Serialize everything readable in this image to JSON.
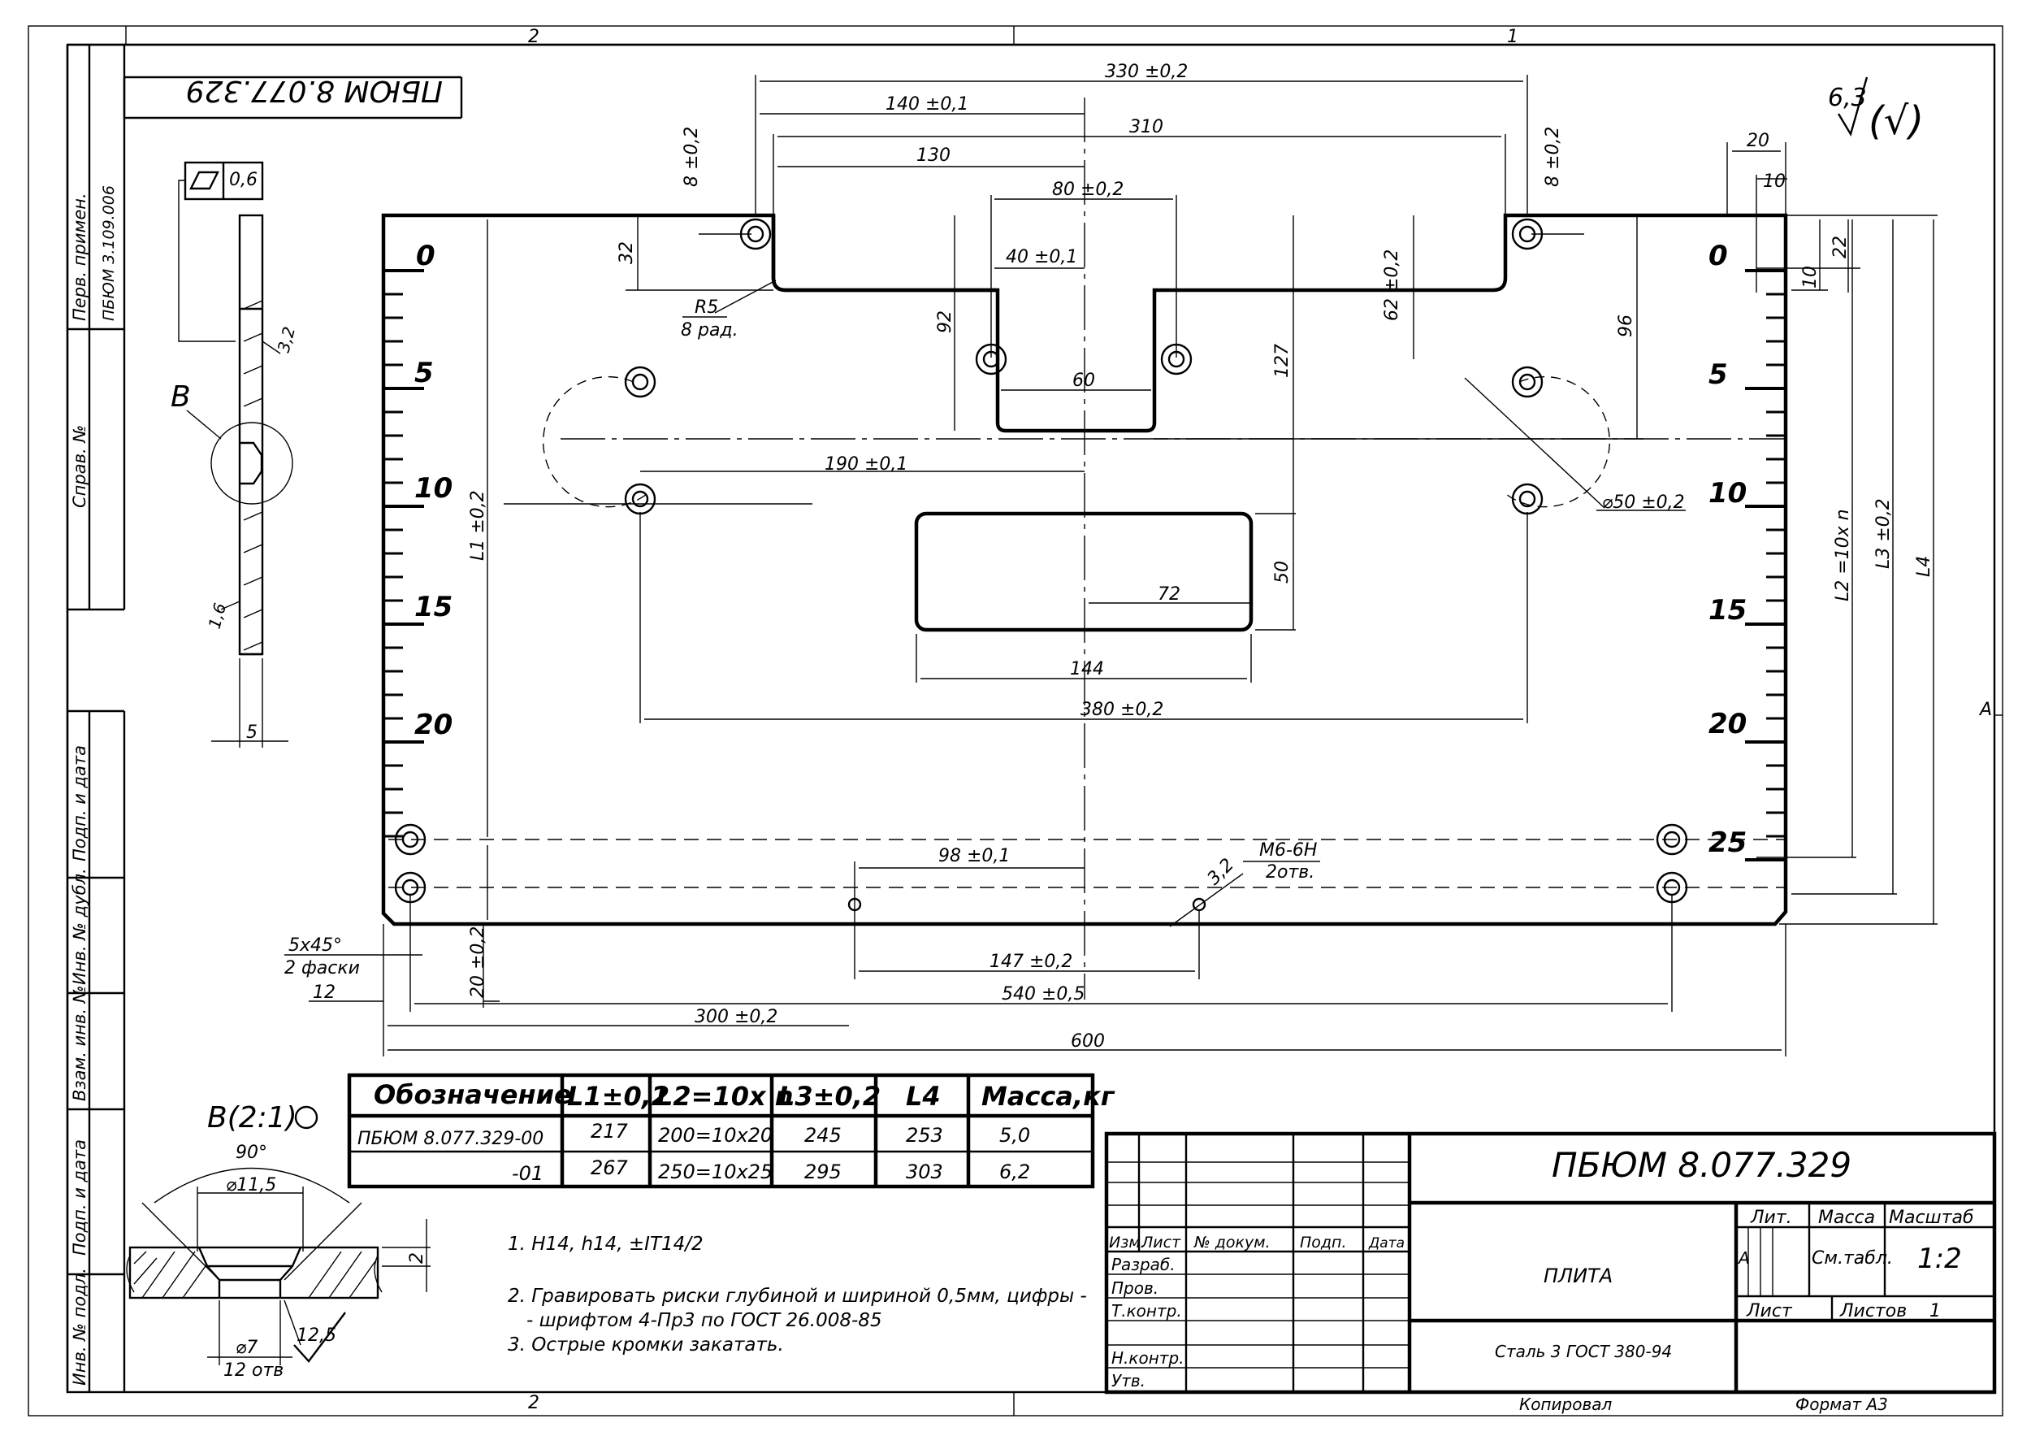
{
  "title_block": {
    "designation": "ПБЮМ 8.077.329",
    "designation_rotated": "ПБЮМ 8.077.329",
    "name": "ПЛИТА",
    "material": "Сталь 3 ГОСТ 380-94",
    "scale_header": "Масштаб",
    "scale_value": "1:2",
    "mass_header": "Масса",
    "mass_value": "См.табл.",
    "lit_header": "Лит.",
    "lit_value": "А",
    "sheet_label": "Лист",
    "sheets_label": "Листов",
    "sheets_value": "1",
    "row_headers": [
      "Изм.",
      "Лист",
      "№ докум.",
      "Подп.",
      "Дата"
    ],
    "roles": [
      "Разраб.",
      "Пров.",
      "Т.контр.",
      "Н.контр.",
      "Утв."
    ],
    "copied": "Копировал",
    "format": "Формат  А3"
  },
  "left_strip": {
    "first_use": "Перв. примен.",
    "first_use_value": "ПБЮМ 3.109.006",
    "ref_no": "Справ. №",
    "sign_date": "Подп. и дата",
    "dup_inv": "Инв. № дубл.",
    "replace_inv": "Взам. инв. №",
    "sign_date2": "Подп. и дата",
    "orig_inv": "Инв. № подл."
  },
  "zones": {
    "top_left": "2",
    "top_right": "1",
    "bottom_left": "2",
    "right": "A"
  },
  "roughness": {
    "value": "6,3",
    "rest": "(√)"
  },
  "flatness": {
    "value": "0,6"
  },
  "table": {
    "headers": [
      "Обозначение",
      "L1±0,2",
      "L2=10х n",
      "L3±0,2",
      "L4",
      "Масса,кг"
    ],
    "rows": [
      [
        "ПБЮМ 8.077.329-00",
        "217",
        "200=10х20",
        "245",
        "253",
        "5,0"
      ],
      [
        "-01",
        "267",
        "250=10х25",
        "295",
        "303",
        "6,2"
      ]
    ]
  },
  "notes": [
    "1. H14, h14, ±IT14/2",
    "2. Гравировать риски глубиной и шириной 0,5мм, цифры -",
    "- шрифтом 4-Пр3 по ГОСТ 26.008-85",
    "3. Острые кромки закатать."
  ],
  "scale_left": [
    "0",
    "5",
    "10",
    "15",
    "20"
  ],
  "scale_right": [
    "0",
    "5",
    "10",
    "15",
    "20",
    "25"
  ],
  "dimensions": {
    "d330": "330 ±0,2",
    "d140": "140 ±0,1",
    "d310": "310",
    "d130": "130",
    "d80": "80 ±0,2",
    "d40": "40 ±0,1",
    "d60": "60",
    "d8a": "8 ±0,2",
    "d8b": "8 ±0,2",
    "d32": "32",
    "d92": "92",
    "d62": "62 ±0,2",
    "d127": "127",
    "d96": "96",
    "d20": "20",
    "d10": "10",
    "d22": "22",
    "d10b": "10",
    "r5": "R5",
    "r5b": "8 рад.",
    "d190": "190 ±0,1",
    "d50c": "⌀50 ±0,2",
    "d50": "50",
    "d72": "72",
    "d144": "144",
    "d380": "380 ±0,2",
    "L1": "L1 ±0,2",
    "L2": "L2 =10х n",
    "L3": "L3 ±0,2",
    "L4": "L4",
    "d98": "98 ±0,1",
    "m6": "М6-6Н",
    "m6b": "2отв.",
    "d32b": "3,2",
    "d147": "147 ±0,2",
    "d540": "540 ±0,5",
    "d300": "300 ±0,2",
    "d600": "600",
    "d20v": "20 ±0,2",
    "ch": "5х45°",
    "chb": "2 фаски",
    "d12": "12"
  },
  "side_view": {
    "rough": "3,2",
    "rough_b": "1,6",
    "thk": "5",
    "view_letter": "В"
  },
  "detail": {
    "label": "В(2:1)",
    "angle": "90°",
    "d115": "⌀11,5",
    "d7": "⌀7",
    "d7b": "12 отв",
    "depth": "2",
    "rough": "12,5"
  }
}
